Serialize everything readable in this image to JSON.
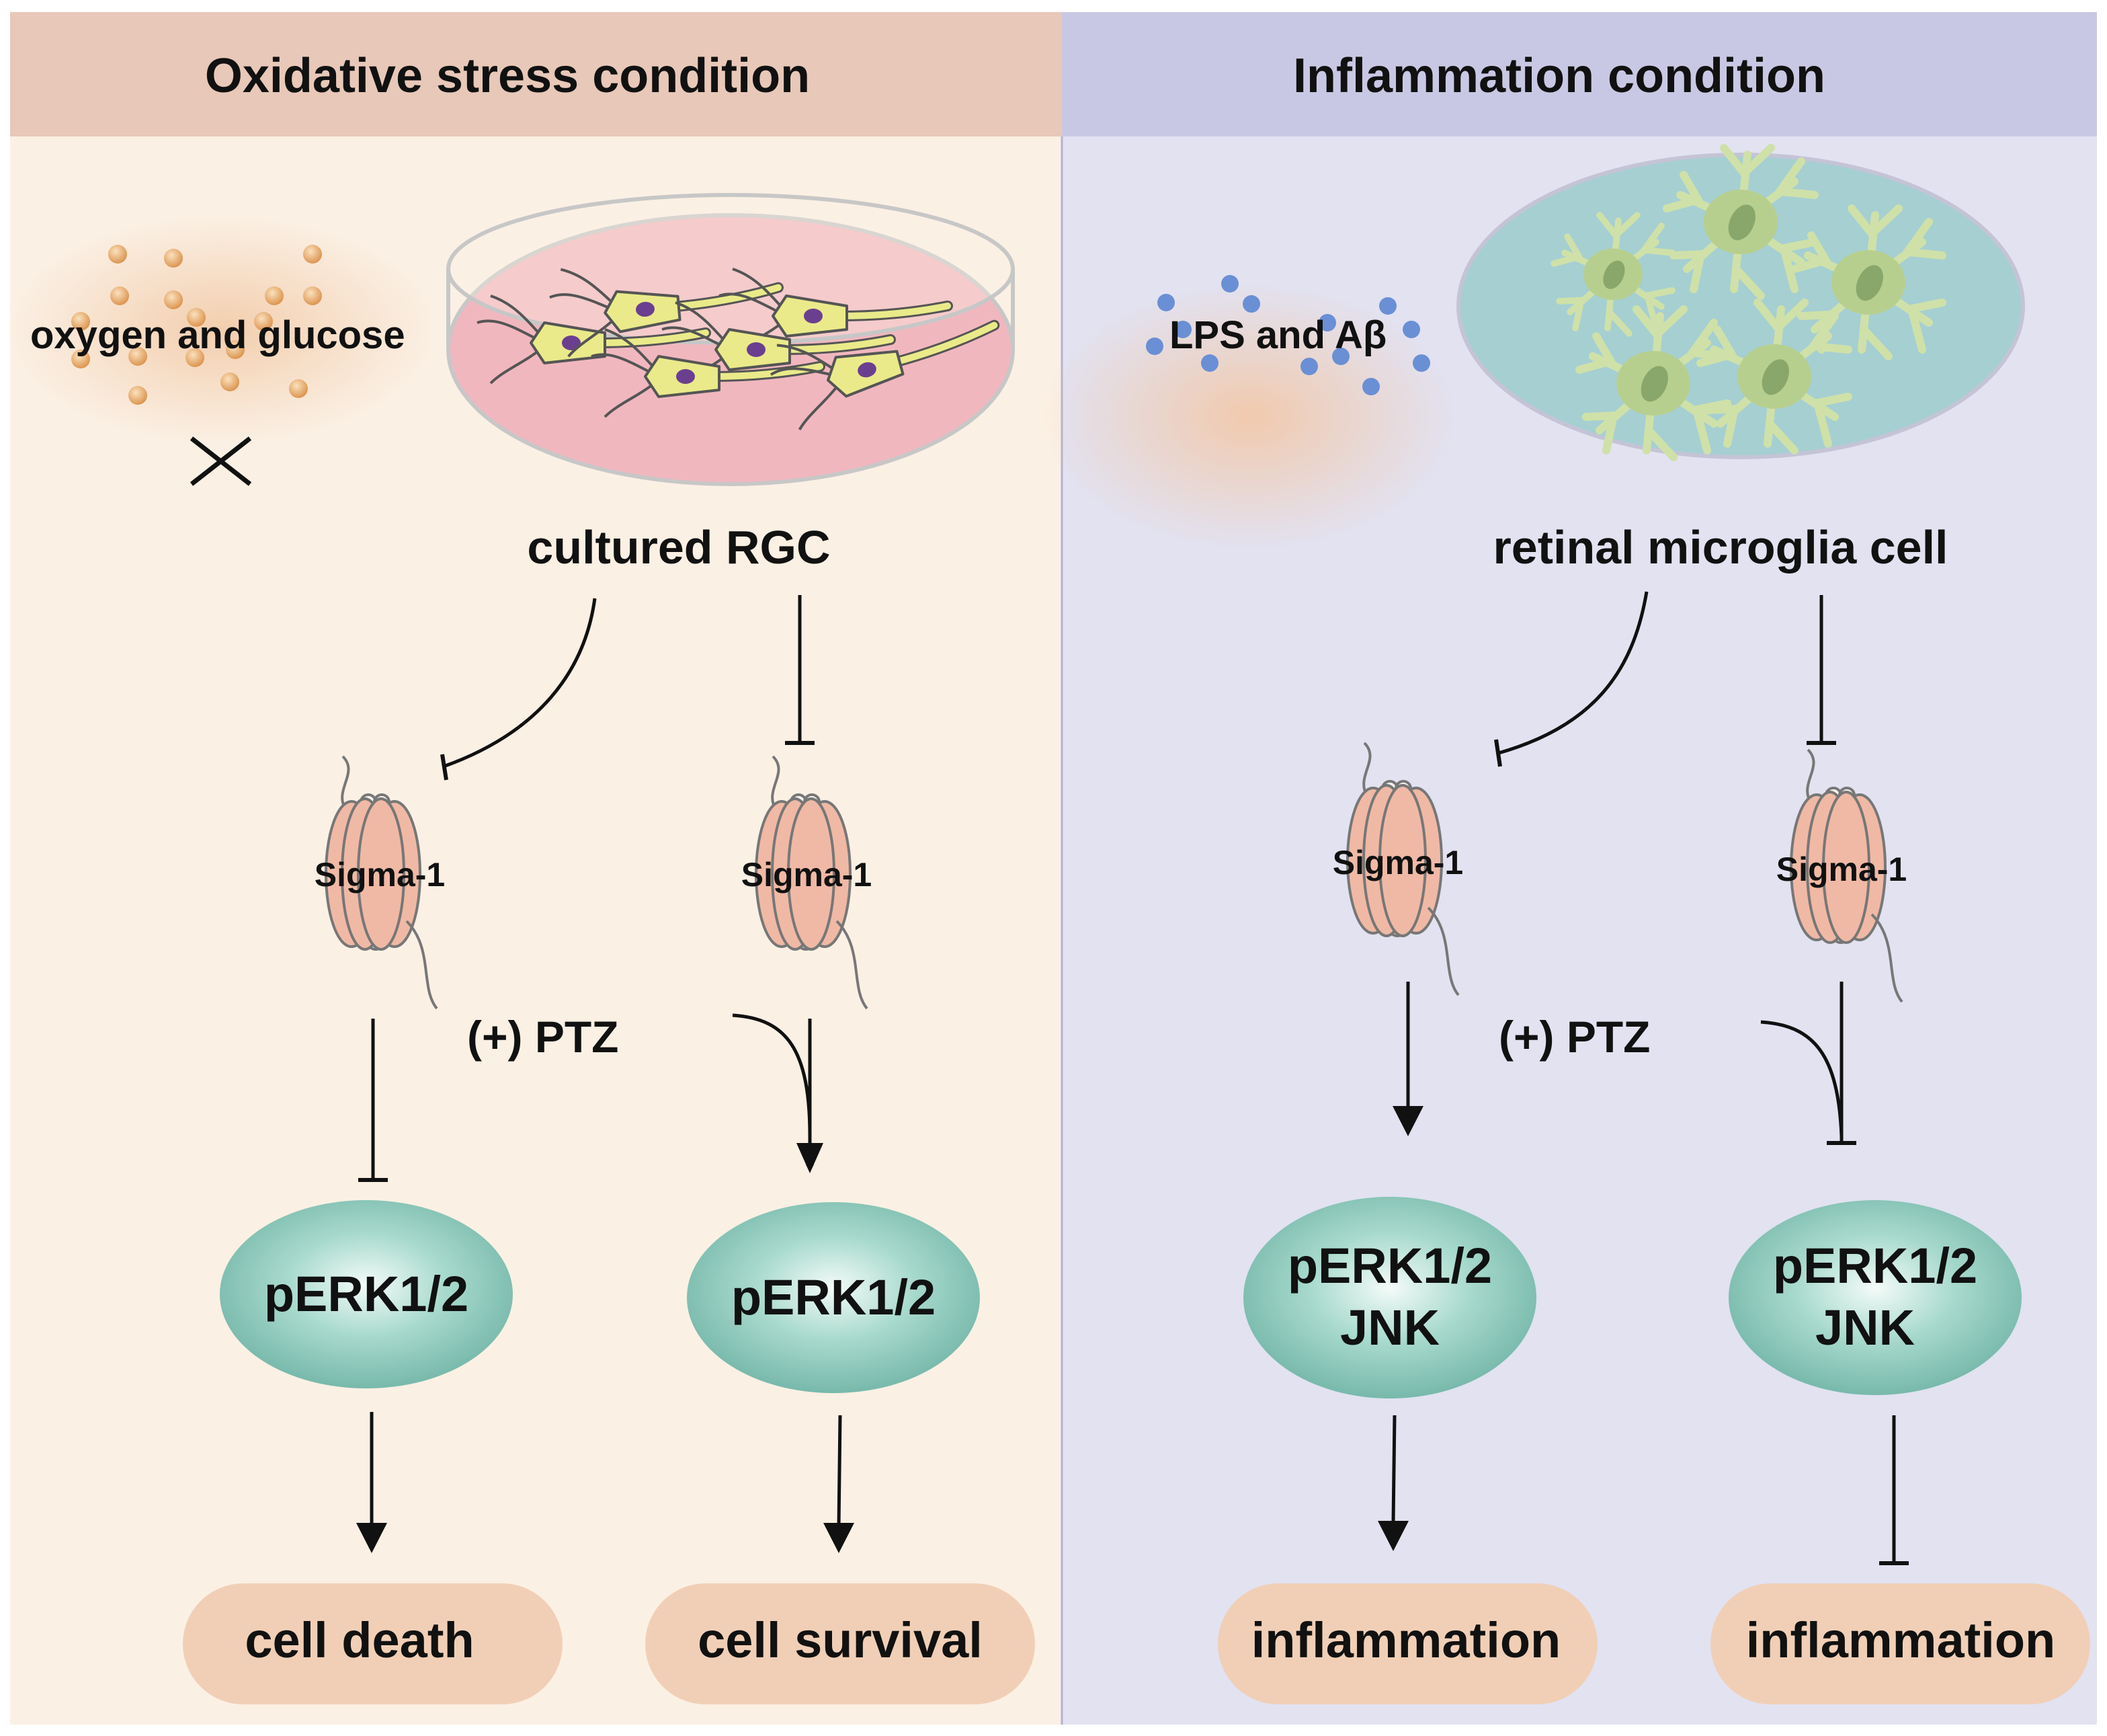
{
  "left_panel": {
    "title": "Oxidative stress condition",
    "stimulus": "oxygen and glucose",
    "cell_label": "cultured RGC",
    "receptor_left": "Sigma-1",
    "receptor_right": "Sigma-1",
    "drug": "(+) PTZ",
    "kinase_left": "pERK1/2",
    "kinase_right": "pERK1/2",
    "outcome_left": "cell death",
    "outcome_right": "cell survival"
  },
  "right_panel": {
    "title": "Inflammation condition",
    "stimulus": "LPS and Aβ",
    "cell_label": "retinal microglia cell",
    "receptor_left": "Sigma-1",
    "receptor_right": "Sigma-1",
    "drug": "(+) PTZ",
    "kinase_left_line1": "pERK1/2",
    "kinase_left_line2": "JNK",
    "kinase_right_line1": "pERK1/2",
    "kinase_right_line2": "JNK",
    "outcome_left": "inflammation",
    "outcome_right": "inflammation"
  },
  "colors": {
    "left_header": "#e8c8b8",
    "left_bg": "#fbf0e4",
    "right_header": "#c9c8e4",
    "right_bg": "#e2e2f1",
    "receptor": "#f0b9a5",
    "kinase": "#8ccbbd",
    "outcome": "#f1cfb6",
    "particles_left": "#e2a15a",
    "particles_right": "#6a8fd4",
    "dish_fill": "#f1b7bf",
    "microglia_bg": "#a6cfd2"
  }
}
